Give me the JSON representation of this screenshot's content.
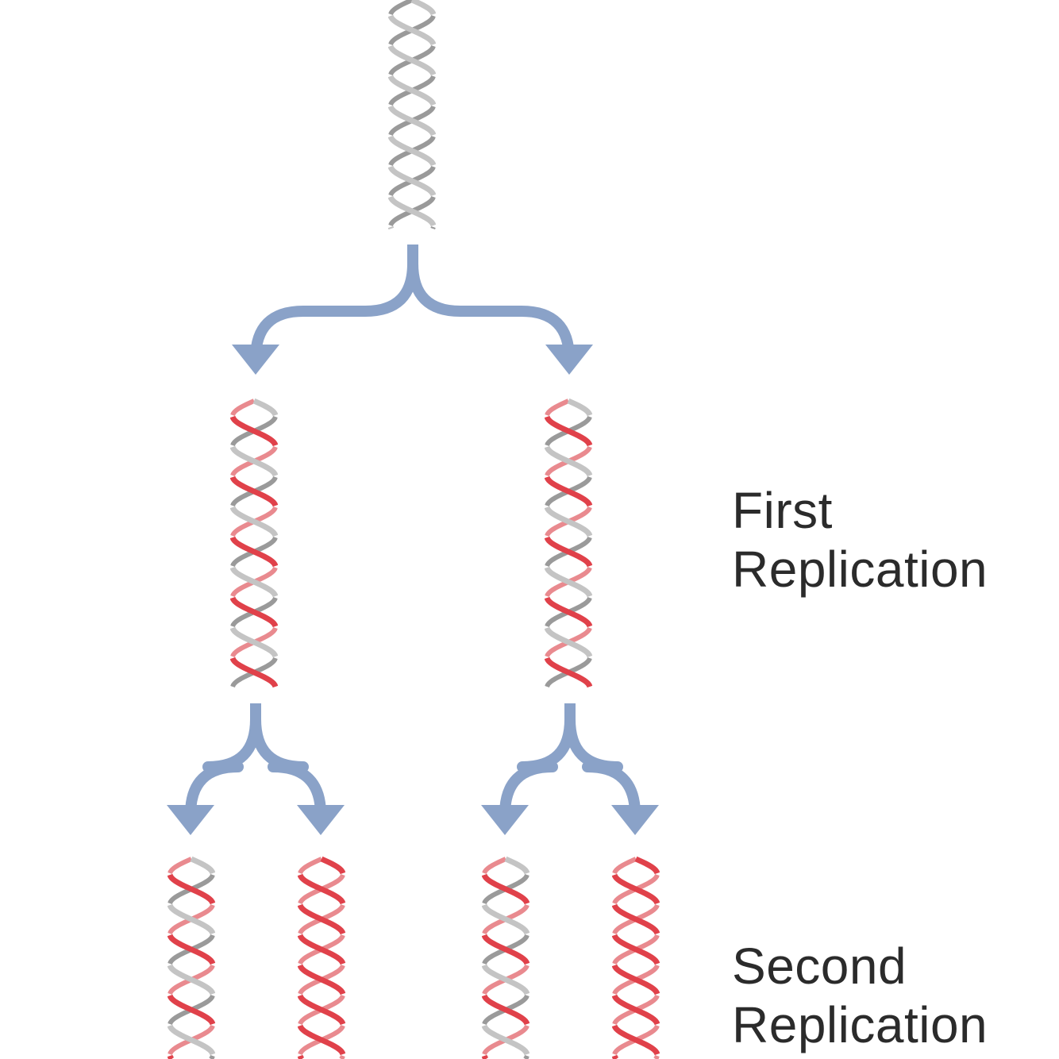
{
  "labels": {
    "first": [
      "First",
      "Replication"
    ],
    "second": [
      "Second",
      "Replication"
    ]
  },
  "colors": {
    "parent_strand": "#c4c4c4",
    "parent_strand_back": "#9a9a9a",
    "new_strand": "#e0414a",
    "new_strand_back": "#e98a8f",
    "arrow": "#8aa2c8",
    "text": "#2b2b2b"
  },
  "generations": [
    {
      "name": "parent",
      "helices": [
        {
          "strands": [
            "old",
            "old"
          ]
        }
      ]
    },
    {
      "name": "first",
      "helices": [
        {
          "strands": [
            "old",
            "new"
          ]
        },
        {
          "strands": [
            "old",
            "new"
          ]
        }
      ]
    },
    {
      "name": "second",
      "helices": [
        {
          "strands": [
            "old",
            "new"
          ]
        },
        {
          "strands": [
            "new",
            "new"
          ]
        },
        {
          "strands": [
            "old",
            "new"
          ]
        },
        {
          "strands": [
            "new",
            "new"
          ]
        }
      ]
    }
  ]
}
